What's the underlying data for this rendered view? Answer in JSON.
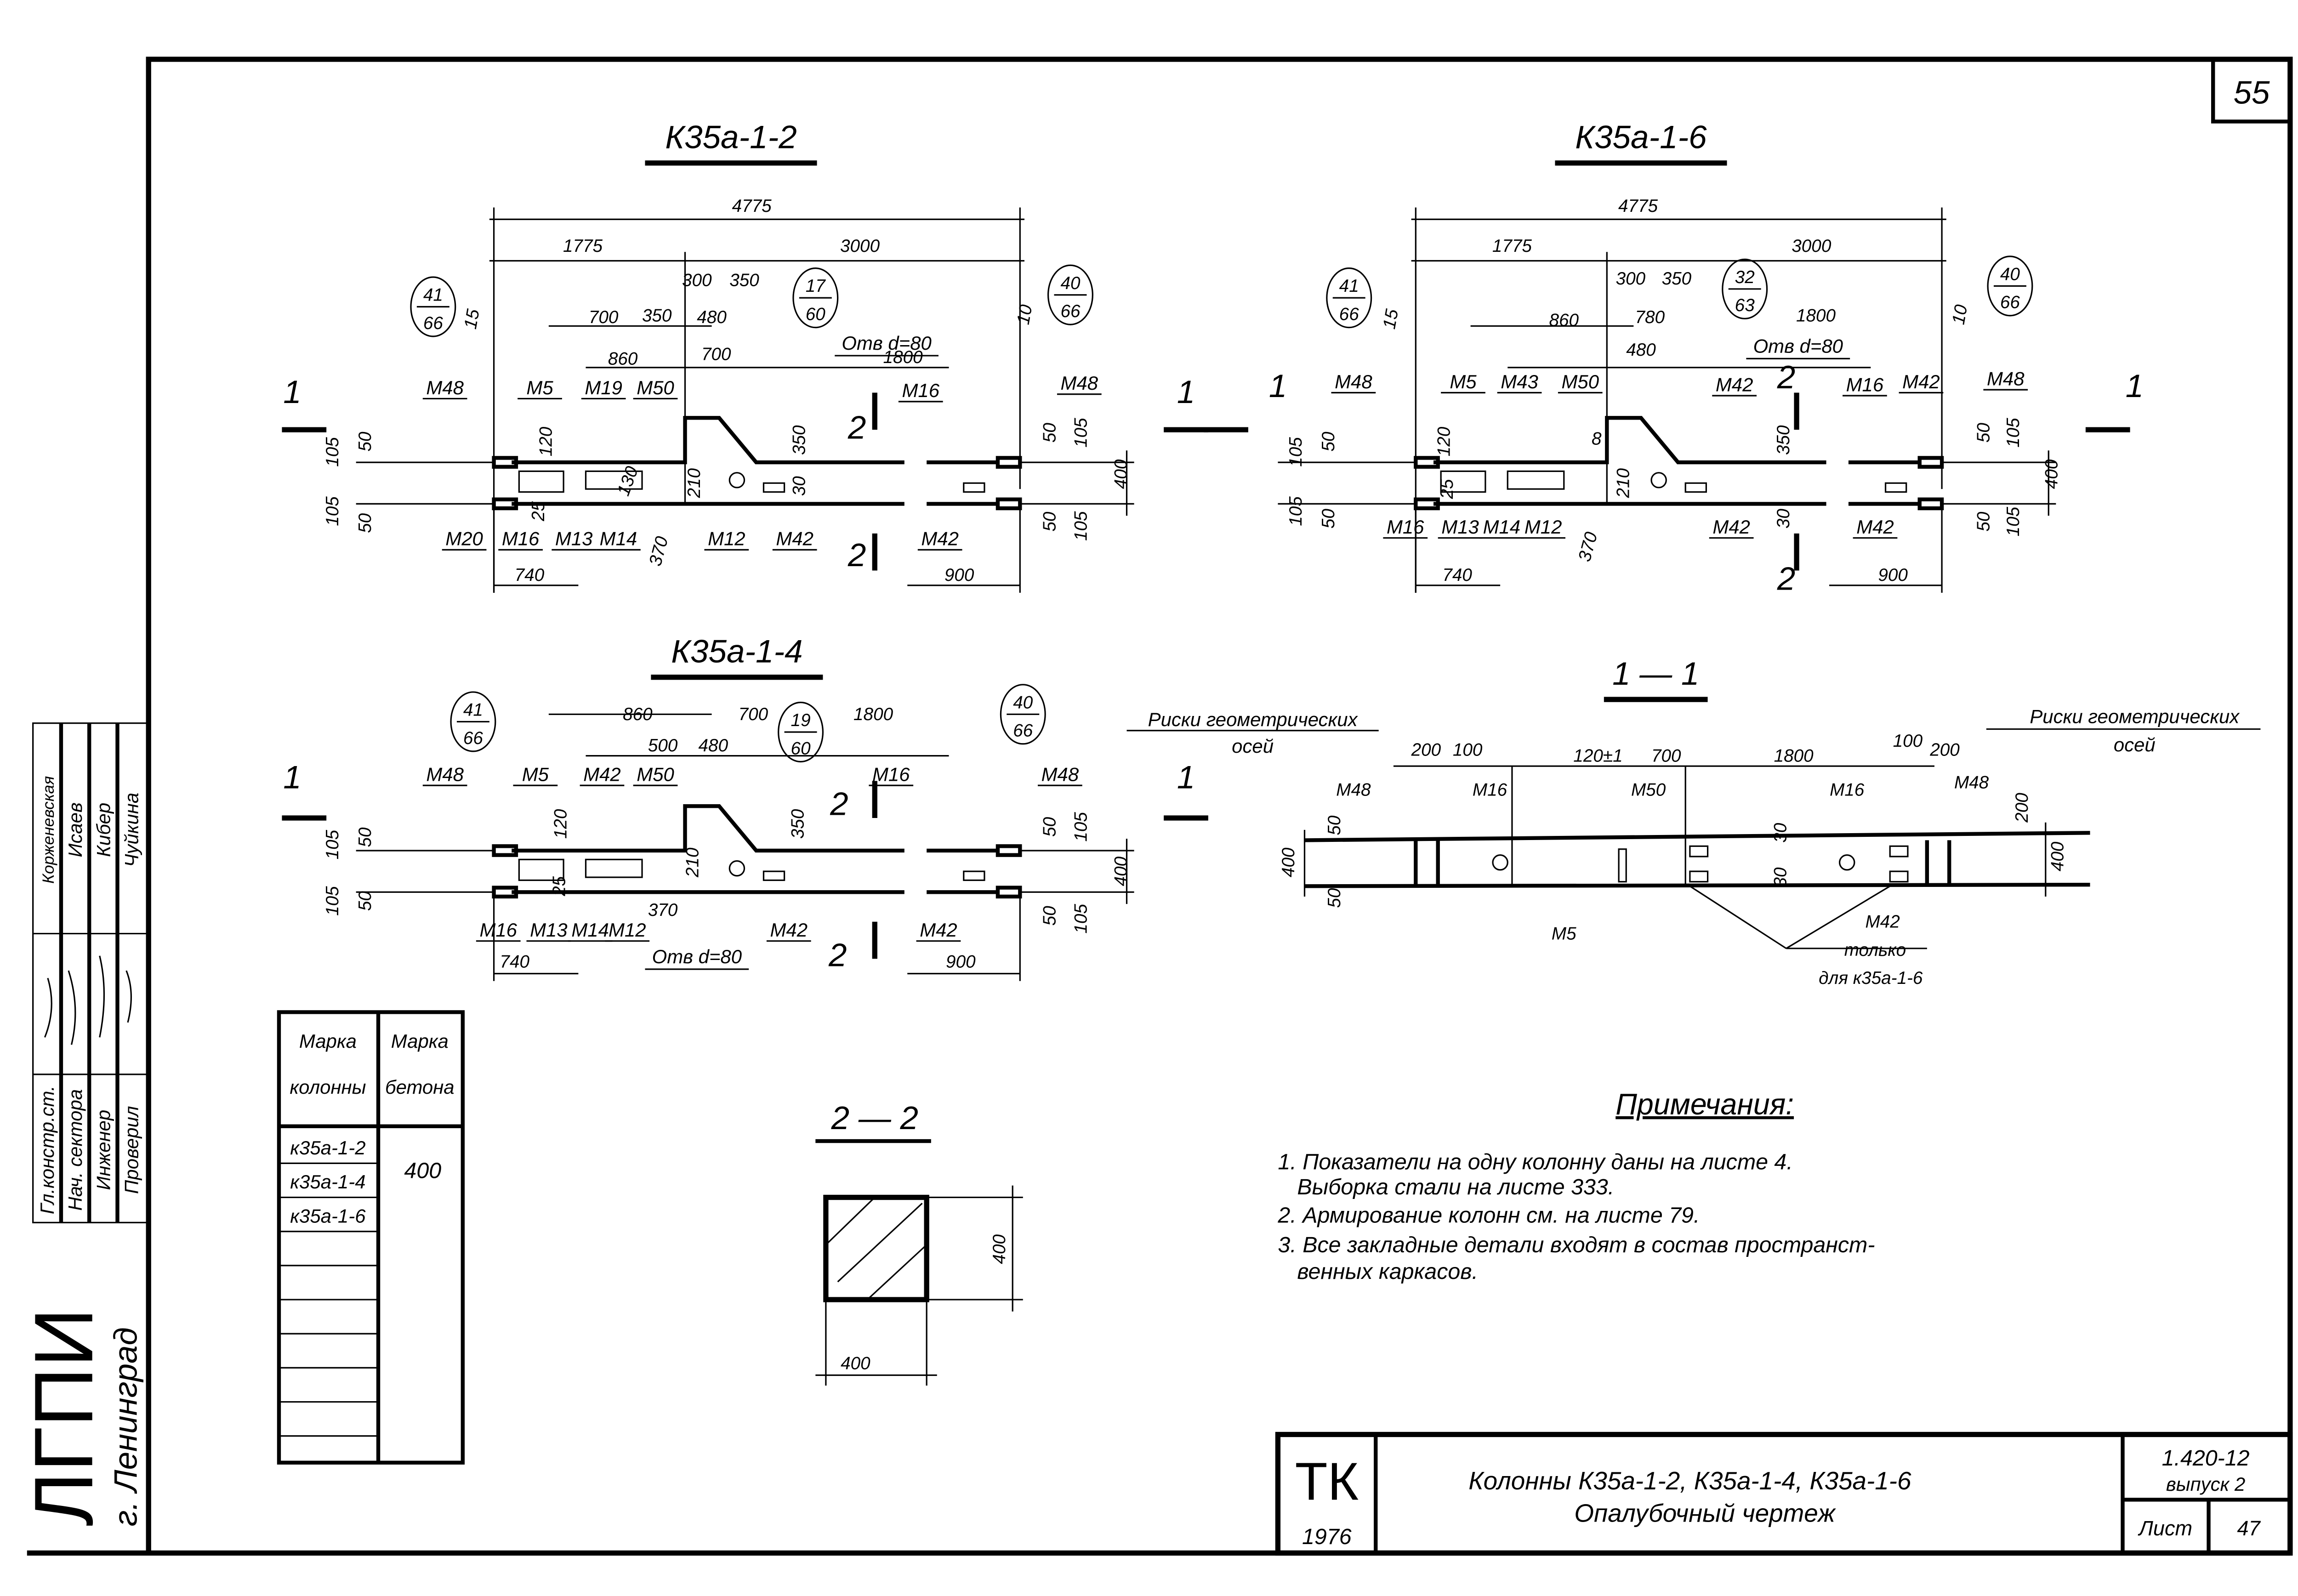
{
  "sheet_number": "55",
  "views": {
    "k35a_1_2": {
      "title": "К35а-1-2",
      "dims": [
        "4775",
        "1775",
        "3000",
        "300",
        "350",
        "700",
        "350",
        "480",
        "860",
        "700",
        "1800",
        "15",
        "10",
        "120",
        "25",
        "130",
        "210",
        "350",
        "30",
        "105",
        "50",
        "105",
        "50",
        "50",
        "105",
        "400",
        "50",
        "105",
        "370",
        "740",
        "900"
      ],
      "marks": [
        "М48",
        "М5",
        "М19",
        "М50",
        "М16",
        "М48",
        "М20",
        "М16",
        "М13",
        "М14",
        "М12",
        "М42",
        "М42"
      ],
      "hole": "Отв d=80",
      "bubbles": [
        [
          "41",
          "66"
        ],
        [
          "17",
          "60"
        ],
        [
          "40",
          "66"
        ]
      ],
      "cuts": [
        "1",
        "1",
        "2",
        "2"
      ]
    },
    "k35a_1_6": {
      "title": "К35а-1-6",
      "dims": [
        "4775",
        "1775",
        "3000",
        "300",
        "350",
        "860",
        "780",
        "1800",
        "480",
        "15",
        "10",
        "350",
        "30",
        "8",
        "210",
        "105",
        "50",
        "105",
        "50",
        "50",
        "105",
        "400",
        "50",
        "105",
        "370",
        "740",
        "900",
        "120",
        "25"
      ],
      "marks": [
        "М48",
        "М5",
        "М43",
        "М50",
        "М42",
        "М16",
        "М42",
        "М48",
        "М16",
        "М13",
        "М14",
        "М12",
        "М42",
        "М42"
      ],
      "hole": "Отв d=80",
      "bubbles": [
        [
          "41",
          "66"
        ],
        [
          "32",
          "63"
        ],
        [
          "40",
          "66"
        ]
      ],
      "cuts": [
        "1",
        "1",
        "2",
        "2"
      ]
    },
    "k35a_1_4": {
      "title": "К35а-1-4",
      "dims": [
        "860",
        "700",
        "1800",
        "500",
        "480",
        "120",
        "25",
        "210",
        "350",
        "105",
        "50",
        "105",
        "50",
        "50",
        "105",
        "400",
        "50",
        "105",
        "370",
        "740",
        "900"
      ],
      "marks": [
        "М48",
        "М5",
        "М42",
        "М50",
        "М16",
        "М48",
        "М16",
        "М13",
        "М14",
        "М12",
        "М42",
        "М42"
      ],
      "hole": "Отв d=80",
      "bubbles": [
        [
          "41",
          "66"
        ],
        [
          "19",
          "60"
        ],
        [
          "40",
          "66"
        ]
      ],
      "cuts": [
        "1",
        "1",
        "2",
        "2"
      ]
    },
    "section_1_1": {
      "title": "1 — 1",
      "labels": [
        "Риски геометрических",
        "осей",
        "Риски геометрических",
        "осей",
        "200",
        "100",
        "120±1",
        "700",
        "1800",
        "100",
        "200",
        "М48",
        "М16",
        "М50",
        "М16",
        "М48",
        "400",
        "50",
        "50",
        "200",
        "400",
        "30",
        "30",
        "М5",
        "М42",
        "только",
        "для к35а-1-6"
      ]
    },
    "section_2_2": {
      "title": "2 — 2",
      "dims": [
        "400",
        "400"
      ]
    }
  },
  "concrete_table": {
    "headers": [
      [
        "Марка",
        "колонны"
      ],
      [
        "Марка",
        "бетона"
      ]
    ],
    "rows": [
      "к35а-1-2",
      "к35а-1-4",
      "к35а-1-6"
    ],
    "concrete_grade": "400"
  },
  "notes": {
    "title": "Примечания:",
    "lines": [
      "1. Показатели на одну колонну даны на листе 4.",
      "Выборка стали на листе 333.",
      "2. Армирование колонн см. на листе 79.",
      "3. Все закладные детали входят в состав пространст-",
      "венных каркасов."
    ]
  },
  "title_block": {
    "series_mark": "ТК",
    "year": "1976",
    "title_line1": "Колонны К35а-1-2, К35а-1-4, К35а-1-6",
    "title_line2": "Опалубочный чертеж",
    "series": "1.420-12",
    "issue": "выпуск 2",
    "sheet_label": "Лист",
    "sheet_value": "47"
  },
  "stamp": {
    "roles": [
      "Гл.констр.ст.",
      "Нач. сектора",
      "Инженер",
      "Проверил"
    ],
    "names": [
      "Корженевская",
      "Исаев",
      "Кибер",
      "Чуйкина"
    ],
    "org": "ЛГПИ",
    "city": "г. Ленинград"
  }
}
